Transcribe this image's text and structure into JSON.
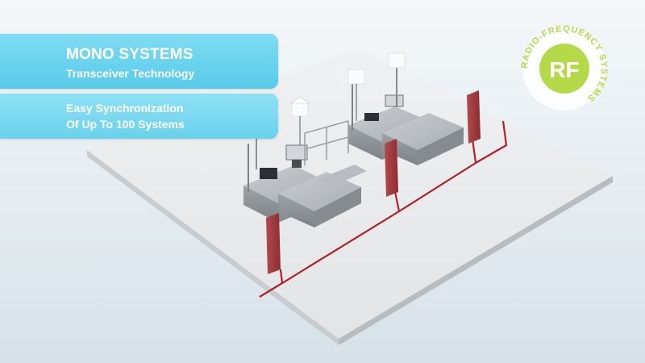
{
  "panel_top": {
    "title": "MONO SYSTEMS",
    "subtitle": "Transceiver  Technology"
  },
  "panel_bottom": {
    "line1": "Easy Synchronization",
    "line2": "Of Up To 100 Systems"
  },
  "badge": {
    "label": "RF",
    "ring_text": "RADIO-FREQUENCY SYSTEMS",
    "color": "#b6d94a"
  },
  "colors": {
    "panel": "#58cbea",
    "cable": "#b0202a",
    "antenna": "#a83a3e"
  }
}
